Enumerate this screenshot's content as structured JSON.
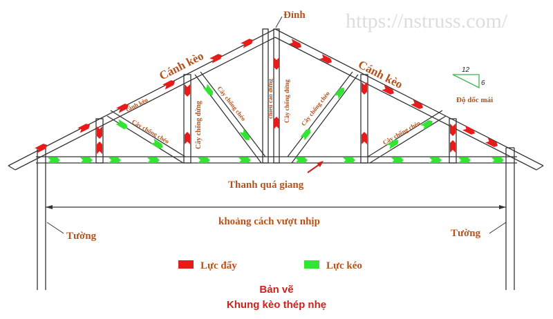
{
  "labels": {
    "apex": "Đỉnh",
    "top_chord_left": "Cánh kèo",
    "top_chord_right": "Cánh kèo",
    "top_chord_small": "cánh kèo",
    "vertical_left": "Cây chống đứng",
    "vertical_center": "Cây chống đứng",
    "height": "chiều cao đứng",
    "diagonal_1": "Cây chống chéo",
    "diagonal_2": "Cây chống chéo",
    "diagonal_3": "Cây chống chéo",
    "diagonal_4": "Cây chống chéo",
    "bottom_chord": "Thanh quá giang",
    "span": "khoảng cách vượt nhịp",
    "wall_left": "Tường",
    "wall_right": "Tường",
    "slope": "Độ dốc mái",
    "slope_run": "12",
    "slope_rise": "6"
  },
  "legend": {
    "compression": {
      "label": "Lực đẩy",
      "color": "#e81b1b"
    },
    "tension": {
      "label": "Lực kéo",
      "color": "#33e533"
    }
  },
  "caption": {
    "line1": "Bản vẽ",
    "line2": "Khung kèo thép nhẹ"
  },
  "watermark": "https://nstruss.com/"
}
